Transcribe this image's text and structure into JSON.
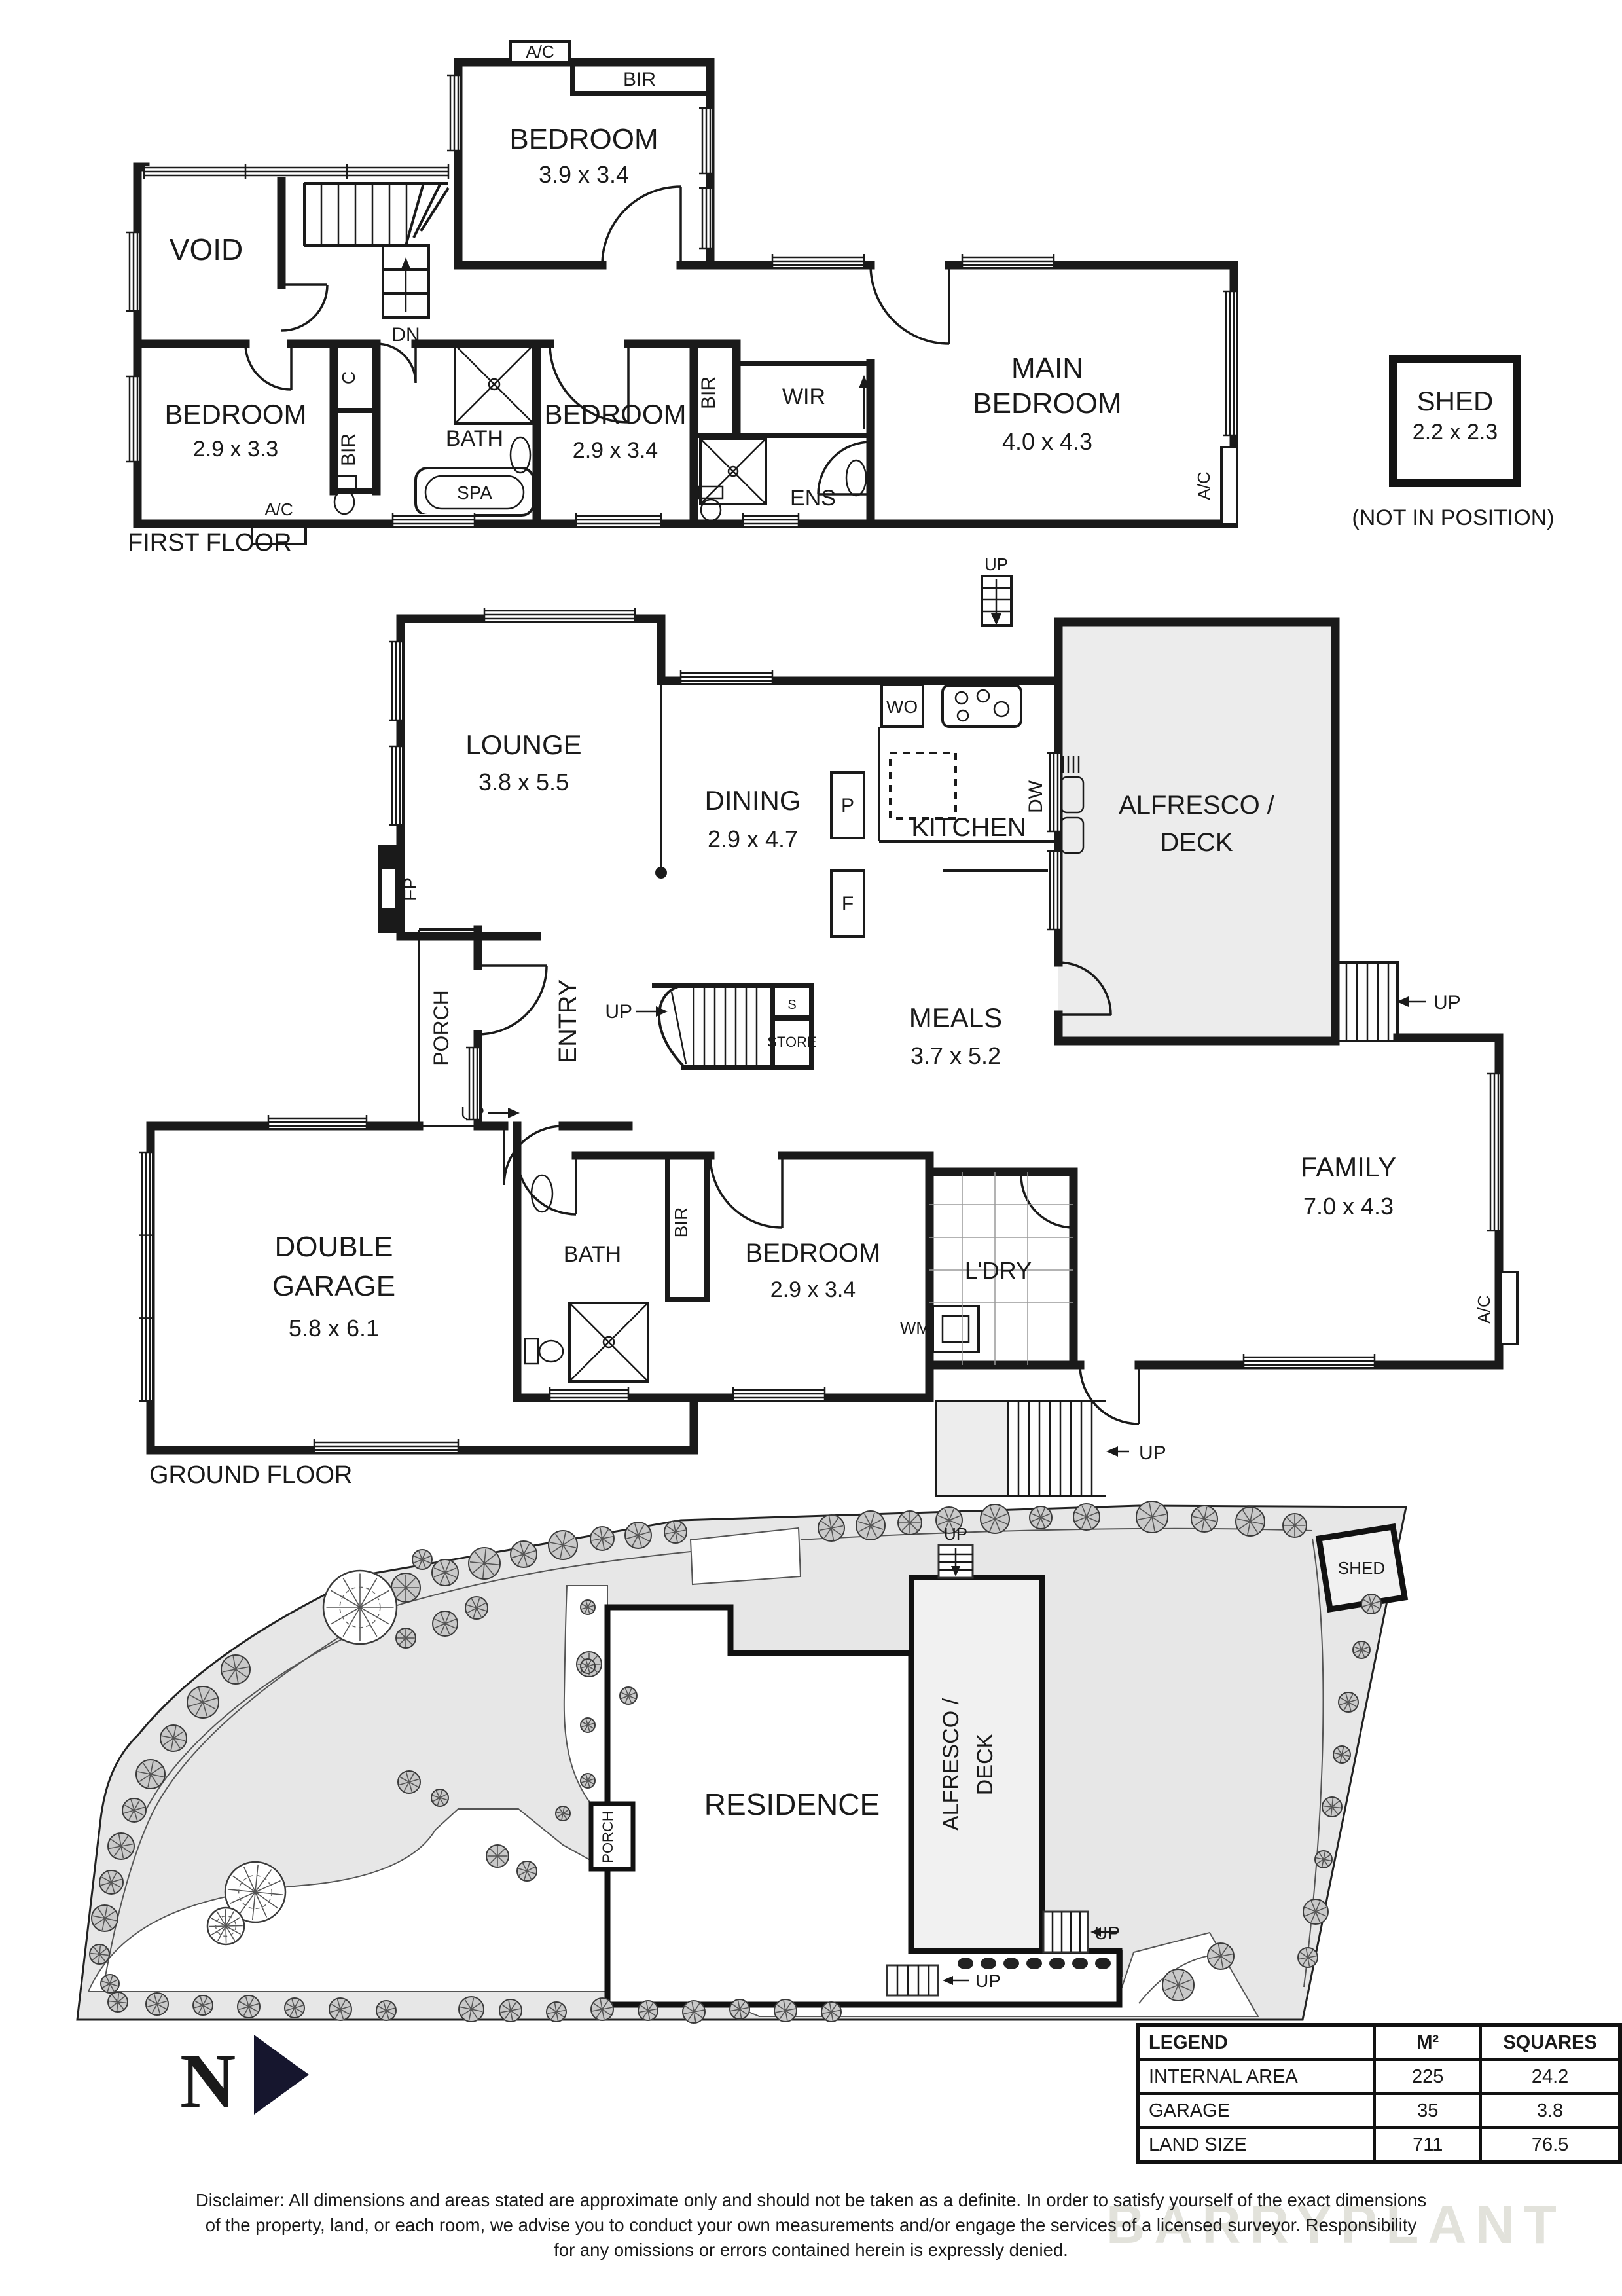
{
  "terms": {
    "up": "UP",
    "ac": "A/C",
    "bir": "BIR",
    "dn": "DN"
  },
  "first_floor": {
    "label": "FIRST FLOOR",
    "void": "VOID",
    "c": "C",
    "bath": "BATH",
    "spa": "SPA",
    "ens": "ENS",
    "wir": "WIR",
    "bedroom_top": {
      "name": "BEDROOM",
      "dim": "3.9 x 3.4"
    },
    "bedroom_left": {
      "name": "BEDROOM",
      "dim": "2.9 x 3.3"
    },
    "bedroom_mid": {
      "name": "BEDROOM",
      "dim": "2.9 x 3.4"
    },
    "main_bedroom": {
      "line1": "MAIN",
      "line2": "BEDROOM",
      "dim": "4.0 x 4.3"
    }
  },
  "shed": {
    "name": "SHED",
    "dim": "2.2 x 2.3",
    "note": "(NOT IN POSITION)"
  },
  "ground_floor": {
    "label": "GROUND FLOOR",
    "kitchen": "KITCHEN",
    "wo": "WO",
    "dw": "DW",
    "p": "P",
    "f": "F",
    "s": "S",
    "store": "STORE",
    "entry": "ENTRY",
    "porch": "PORCH",
    "bath": "BATH",
    "ldry": "L'DRY",
    "wm": "WM",
    "fp": "FP",
    "lounge": {
      "name": "LOUNGE",
      "dim": "3.8 x 5.5"
    },
    "dining": {
      "name": "DINING",
      "dim": "2.9 x 4.7"
    },
    "meals": {
      "name": "MEALS",
      "dim": "3.7 x 5.2"
    },
    "family": {
      "name": "FAMILY",
      "dim": "7.0 x 4.3"
    },
    "bedroom": {
      "name": "BEDROOM",
      "dim": "2.9 x 3.4"
    },
    "garage": {
      "line1": "DOUBLE",
      "line2": "GARAGE",
      "dim": "5.8 x 6.1"
    },
    "alfresco": {
      "line1": "ALFRESCO /",
      "line2": "DECK"
    }
  },
  "site": {
    "residence": "RESIDENCE"
  },
  "north": {
    "letter": "N"
  },
  "legend": {
    "headers": [
      "LEGEND",
      "M²",
      "SQUARES"
    ],
    "rows": [
      [
        "INTERNAL AREA",
        "225",
        "24.2"
      ],
      [
        "GARAGE",
        "35",
        "3.8"
      ],
      [
        "LAND SIZE",
        "711",
        "76.5"
      ]
    ]
  },
  "disclaimer": {
    "line1": "Disclaimer: All dimensions and areas stated are approximate only and should not be taken as a definite. In order to satisfy yourself of the exact dimensions",
    "line2": "of the property, land, or each room, we advise you to conduct your own measurements and/or engage the services of a licensed surveyor. Responsibility",
    "line3": "for any omissions or errors contained herein is expressly denied."
  },
  "watermark": "BARRYPLANT"
}
